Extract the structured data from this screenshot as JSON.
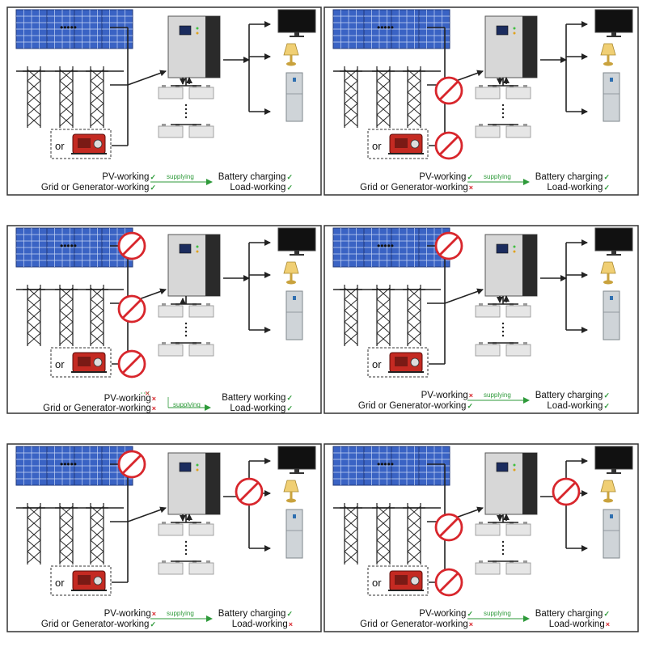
{
  "colors": {
    "frame": "#333333",
    "line": "#222222",
    "solar": "#3a63c4",
    "red": "#d8262c",
    "green": "#2e9a3a"
  },
  "labels": {
    "or": "or",
    "supplying": "supplying",
    "pv": "PV-working",
    "grid": "Grid  or Generator-working",
    "check": "✓",
    "cross": "×"
  },
  "panels": [
    {
      "position": "top-left",
      "pv_working": true,
      "grid_working": true,
      "out_top": "Battery charging",
      "out_top_ok": true,
      "load_ok": true,
      "blocked": [],
      "load_blocked": false,
      "supplying_direction": "in"
    },
    {
      "position": "top-right",
      "pv_working": true,
      "grid_working": false,
      "out_top": "Battery charging",
      "out_top_ok": true,
      "load_ok": true,
      "blocked": [
        "grid",
        "generator"
      ],
      "load_blocked": false,
      "supplying_direction": "in"
    },
    {
      "position": "middle-left",
      "pv_working": false,
      "grid_working": false,
      "out_top": "Battery working",
      "out_top_ok": true,
      "load_ok": true,
      "blocked": [
        "pv",
        "grid",
        "generator"
      ],
      "load_blocked": false,
      "supplying_direction": "out"
    },
    {
      "position": "middle-right",
      "pv_working": false,
      "grid_working": true,
      "out_top": "Battery charging",
      "out_top_ok": true,
      "load_ok": true,
      "blocked": [
        "pv"
      ],
      "load_blocked": false,
      "supplying_direction": "in"
    },
    {
      "position": "bottom-left",
      "pv_working": false,
      "grid_working": true,
      "out_top": "Battery charging",
      "out_top_ok": true,
      "load_ok": false,
      "blocked": [
        "pv"
      ],
      "load_blocked": true,
      "supplying_direction": "in"
    },
    {
      "position": "bottom-right",
      "pv_working": true,
      "grid_working": false,
      "out_top": "Battery charging",
      "out_top_ok": true,
      "load_ok": false,
      "blocked": [
        "grid",
        "generator"
      ],
      "load_blocked": true,
      "supplying_direction": "in"
    }
  ]
}
